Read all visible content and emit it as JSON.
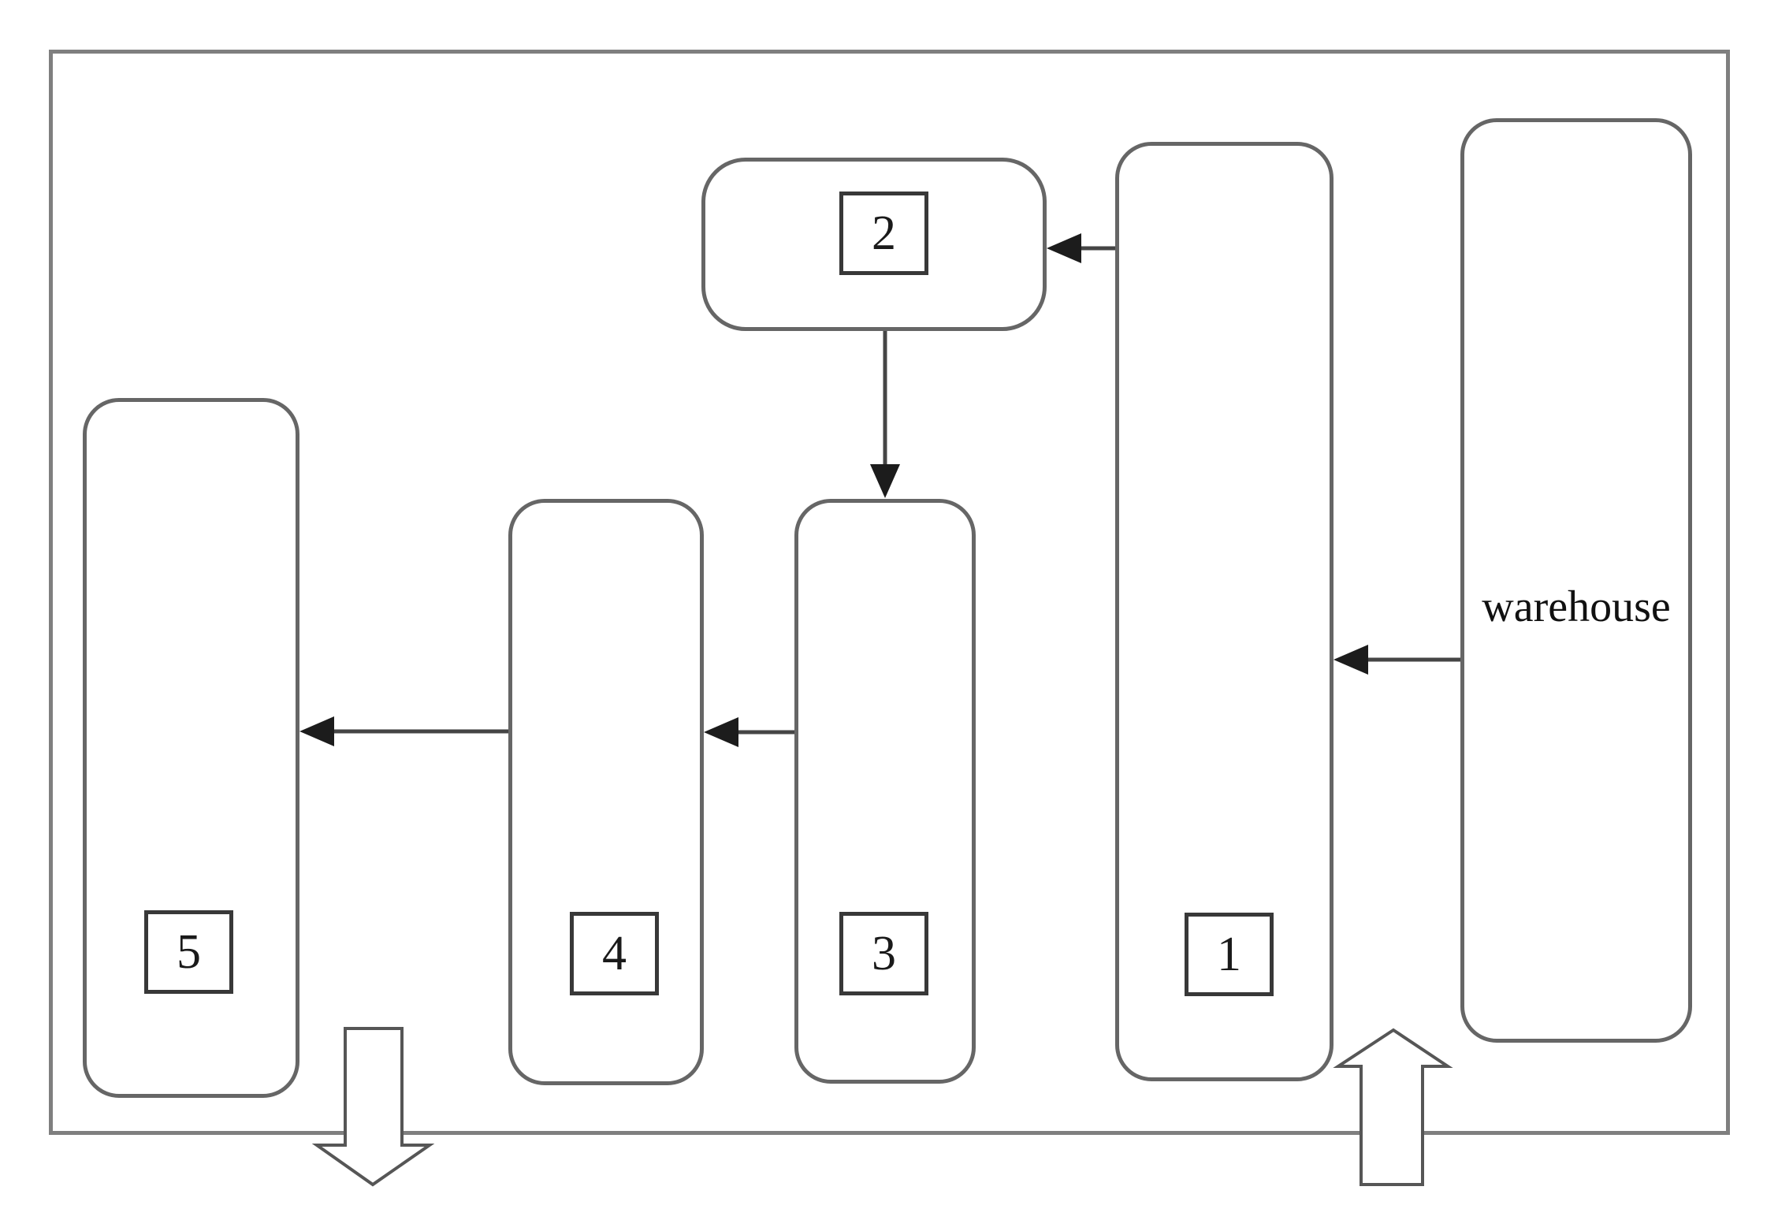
{
  "diagram": {
    "type": "layout-flow-diagram",
    "background_color": "#ffffff",
    "line_color": "#666666",
    "arrow_color": "#1c1c1c",
    "warehouse_label": "warehouse",
    "stations": [
      {
        "id": "station-1",
        "label": "1"
      },
      {
        "id": "station-2",
        "label": "2"
      },
      {
        "id": "station-3",
        "label": "3"
      },
      {
        "id": "station-4",
        "label": "4"
      },
      {
        "id": "station-5",
        "label": "5"
      }
    ],
    "flows": [
      {
        "from": "outside",
        "to": "plant",
        "style": "block-arrow-up",
        "position": "bottom-right"
      },
      {
        "from": "warehouse",
        "to": "station-1",
        "style": "thin-arrow"
      },
      {
        "from": "station-1",
        "to": "station-2",
        "style": "thin-arrow"
      },
      {
        "from": "station-2",
        "to": "station-3",
        "style": "thin-arrow"
      },
      {
        "from": "station-3",
        "to": "station-4",
        "style": "thin-arrow"
      },
      {
        "from": "station-4",
        "to": "station-5",
        "style": "thin-arrow"
      },
      {
        "from": "plant",
        "to": "outside",
        "style": "block-arrow-down",
        "position": "bottom-left"
      }
    ]
  }
}
